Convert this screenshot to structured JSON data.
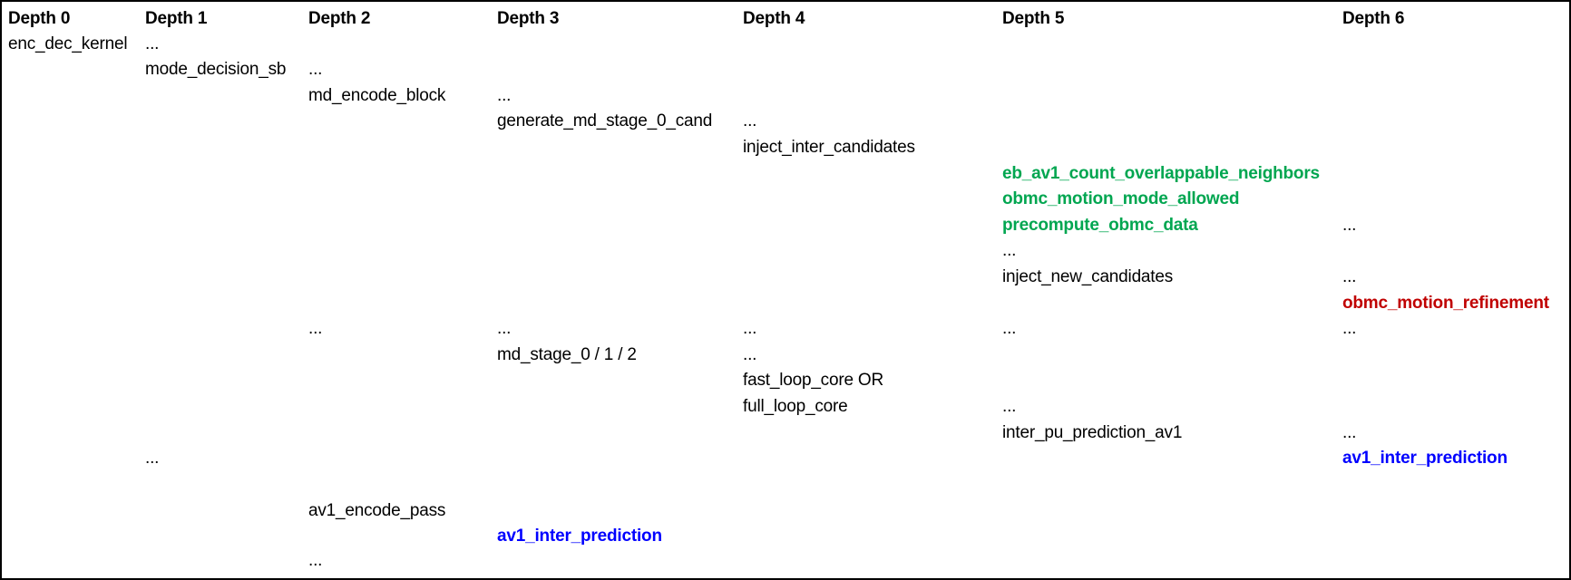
{
  "table_name": "call-depth-hierarchy",
  "headers": [
    "Depth 0",
    "Depth 1",
    "Depth 2",
    "Depth 3",
    "Depth 4",
    "Depth 5",
    "Depth 6"
  ],
  "cells": [
    {
      "depth": 0,
      "text": "enc_dec_kernel",
      "color": "black"
    },
    {
      "depth": 1,
      "text": "...",
      "color": "black"
    },
    {
      "depth": 1,
      "text": "mode_decision_sb",
      "color": "black"
    },
    {
      "depth": 2,
      "text": "...",
      "color": "black"
    },
    {
      "depth": 2,
      "text": "md_encode_block",
      "color": "black"
    },
    {
      "depth": 3,
      "text": "...",
      "color": "black"
    },
    {
      "depth": 3,
      "text": "generate_md_stage_0_cand",
      "color": "black"
    },
    {
      "depth": 4,
      "text": "...",
      "color": "black"
    },
    {
      "depth": 4,
      "text": "inject_inter_candidates",
      "color": "black"
    },
    {
      "depth": 5,
      "text": "eb_av1_count_overlappable_neighbors",
      "color": "green"
    },
    {
      "depth": 5,
      "text": "obmc_motion_mode_allowed",
      "color": "green"
    },
    {
      "depth": 5,
      "text": "precompute_obmc_data",
      "color": "green"
    },
    {
      "depth": 6,
      "text": "...",
      "color": "black"
    },
    {
      "depth": 5,
      "text": "...",
      "color": "black"
    },
    {
      "depth": 5,
      "text": "inject_new_candidates",
      "color": "black"
    },
    {
      "depth": 6,
      "text": "...",
      "color": "black"
    },
    {
      "depth": 6,
      "text": "obmc_motion_refinement",
      "color": "red"
    },
    {
      "depth": 2,
      "text": "...",
      "color": "black"
    },
    {
      "depth": 3,
      "text": "...",
      "color": "black"
    },
    {
      "depth": 4,
      "text": "...",
      "color": "black"
    },
    {
      "depth": 5,
      "text": "...",
      "color": "black"
    },
    {
      "depth": 6,
      "text": "...",
      "color": "black"
    },
    {
      "depth": 3,
      "text": "md_stage_0 / 1 / 2",
      "color": "black"
    },
    {
      "depth": 4,
      "text": "...",
      "color": "black"
    },
    {
      "depth": 4,
      "text": "fast_loop_core OR",
      "color": "black"
    },
    {
      "depth": 4,
      "text": "full_loop_core",
      "color": "black"
    },
    {
      "depth": 5,
      "text": "...",
      "color": "black"
    },
    {
      "depth": 5,
      "text": "inter_pu_prediction_av1",
      "color": "black"
    },
    {
      "depth": 6,
      "text": "...",
      "color": "black"
    },
    {
      "depth": 1,
      "text": "...",
      "color": "black"
    },
    {
      "depth": 6,
      "text": "av1_inter_prediction",
      "color": "blue"
    },
    {
      "depth": 2,
      "text": "av1_encode_pass",
      "color": "black"
    },
    {
      "depth": 3,
      "text": "av1_inter_prediction",
      "color": "blue"
    },
    {
      "depth": 2,
      "text": "...",
      "color": "black"
    }
  ],
  "colors": {
    "text": "#000000",
    "green": "#00A650",
    "red": "#C00000",
    "blue": "#0000FF",
    "border": "#000000",
    "background": "#FFFFFF"
  }
}
